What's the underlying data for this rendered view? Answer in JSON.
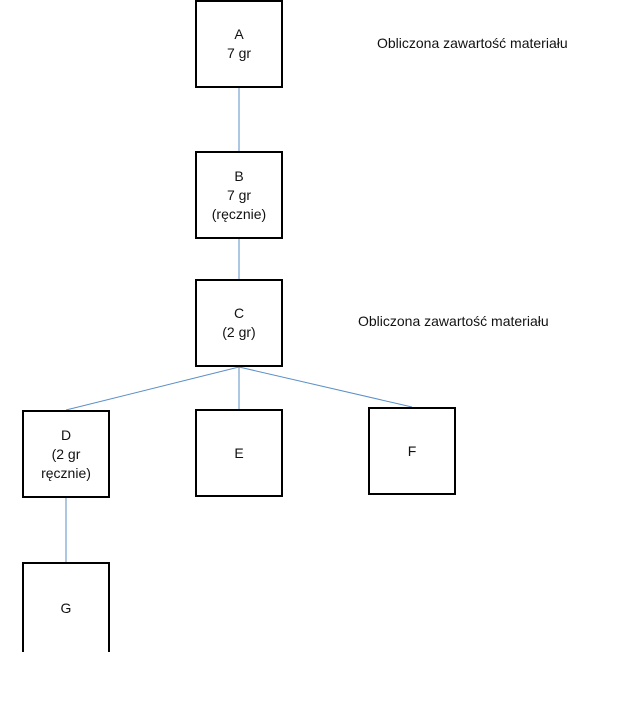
{
  "diagram": {
    "connector_color": "#5b8fc7",
    "nodes": {
      "a": {
        "lines": [
          "A",
          "7 gr"
        ]
      },
      "b": {
        "lines": [
          "B",
          "7 gr",
          "(ręcznie)"
        ]
      },
      "c": {
        "lines": [
          "C",
          "(2 gr)"
        ]
      },
      "d": {
        "lines": [
          "D",
          "(2 gr",
          "ręcznie)"
        ]
      },
      "e": {
        "lines": [
          "E"
        ]
      },
      "f": {
        "lines": [
          "F"
        ]
      },
      "g": {
        "lines": [
          "G"
        ]
      }
    },
    "notes": {
      "top": "Obliczona zawartość materiału",
      "mid": "Obliczona zawartość materiału"
    },
    "edges": [
      {
        "from": "a",
        "to": "b"
      },
      {
        "from": "b",
        "to": "c"
      },
      {
        "from": "c",
        "to": "d"
      },
      {
        "from": "c",
        "to": "e"
      },
      {
        "from": "c",
        "to": "f"
      },
      {
        "from": "d",
        "to": "g"
      }
    ]
  }
}
